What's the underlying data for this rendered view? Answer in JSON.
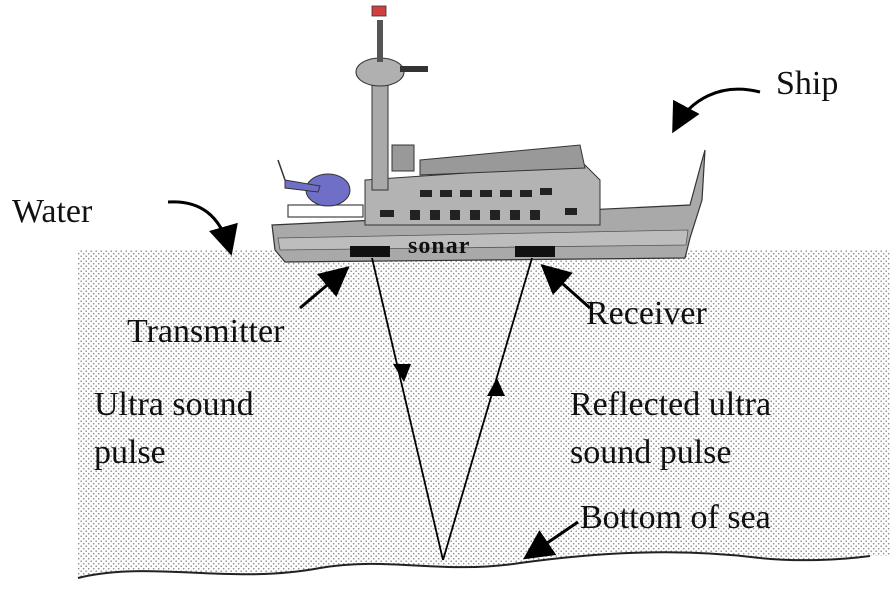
{
  "labels": {
    "ship": "Ship",
    "water": "Water",
    "sonar": "sonar",
    "transmitter": "Transmitter",
    "receiver": "Receiver",
    "ultra_line1": "Ultra sound",
    "ultra_line2": "pulse",
    "reflected_line1": "Reflected ultra",
    "reflected_line2": "sound pulse",
    "bottom": "Bottom of sea"
  },
  "colors": {
    "water_dots": "#8a8a8a",
    "ship_body": "#a9a9a9",
    "ship_dark": "#7d7d7d",
    "helicopter": "#6f6fc8",
    "flag": "#d04040"
  }
}
